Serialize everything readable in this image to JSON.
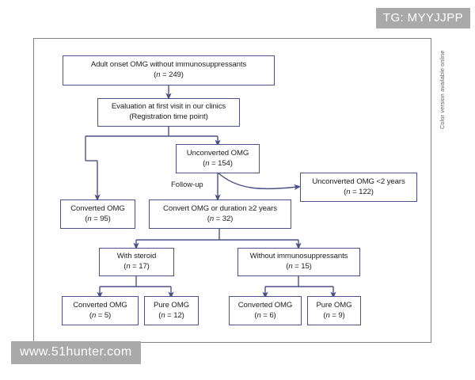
{
  "figure": {
    "side_caption": "Color version available online",
    "edge_labels": [
      {
        "id": "follow-up",
        "text": "Follow-up"
      }
    ],
    "nodes": [
      {
        "id": "adult-onset-omg",
        "line1": "Adult onset OMG without immunosuppressants",
        "line2_pre": "(",
        "line2_var": "n",
        "line2_post": " = 249)"
      },
      {
        "id": "evaluation-first-visit",
        "line1": "Evaluation at first visit in our clinics",
        "line2_pre": "",
        "line2_var": "",
        "line2_post": "(Registration time point)"
      },
      {
        "id": "unconverted-omg",
        "line1": "Unconverted OMG",
        "line2_pre": "(",
        "line2_var": "n",
        "line2_post": " = 154)"
      },
      {
        "id": "unconverted-omg-lt2y",
        "line1": "Unconverted OMG <2 years",
        "line2_pre": "(",
        "line2_var": "n",
        "line2_post": " = 122)"
      },
      {
        "id": "converted-omg-95",
        "line1": "Converted OMG",
        "line2_pre": "(",
        "line2_var": "n",
        "line2_post": " = 95)"
      },
      {
        "id": "convert-omg-ge2y",
        "line1": "Convert OMG or duration ≥2 years",
        "line2_pre": "(",
        "line2_var": "n",
        "line2_post": " = 32)"
      },
      {
        "id": "with-steroid",
        "line1": "With steroid",
        "line2_pre": "(",
        "line2_var": "n",
        "line2_post": " = 17)"
      },
      {
        "id": "without-immunosuppressants",
        "line1": "Without immunosuppressants",
        "line2_pre": "(",
        "line2_var": "n",
        "line2_post": " = 15)"
      },
      {
        "id": "converted-omg-5",
        "line1": "Converted OMG",
        "line2_pre": "(",
        "line2_var": "n",
        "line2_post": " = 5)"
      },
      {
        "id": "pure-omg-12",
        "line1": "Pure OMG",
        "line2_pre": "(",
        "line2_var": "n",
        "line2_post": " = 12)"
      },
      {
        "id": "converted-omg-6",
        "line1": "Converted OMG",
        "line2_pre": "(",
        "line2_var": "n",
        "line2_post": " = 6)"
      },
      {
        "id": "pure-omg-9",
        "line1": "Pure OMG",
        "line2_pre": "(",
        "line2_var": "n",
        "line2_post": " = 9)"
      }
    ]
  },
  "overlays": {
    "tg_badge": "TG: MYYJJPP",
    "watermark": "www.51hunter.com"
  },
  "colors": {
    "node_border": "#4b5186",
    "frame_border": "#808285",
    "connector": "#4b5186",
    "badge_bg": "#a9a9a9",
    "badge_text": "#ffffff",
    "page_bg": "#ffffff"
  }
}
